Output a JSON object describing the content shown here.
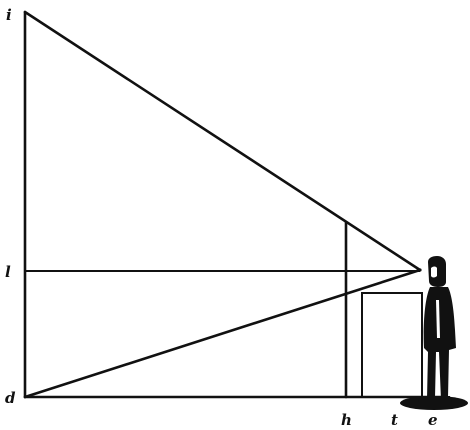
{
  "labels": {
    "top_left": "i",
    "mid_left": "l",
    "bottom_left": "d",
    "base_h": "h",
    "base_t": "t",
    "base_e": "e"
  },
  "figure": {
    "subject": "standing-man-observer"
  },
  "colors": {
    "ink": "#111111",
    "paper": "#ffffff"
  }
}
